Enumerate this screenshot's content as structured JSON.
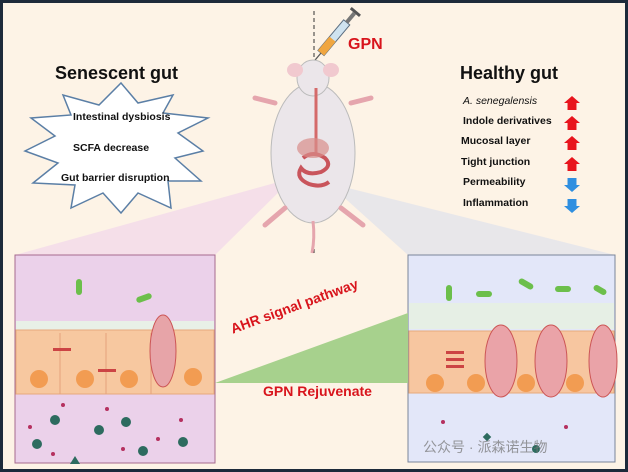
{
  "treatment_label": "GPN",
  "left": {
    "title": "Senescent gut",
    "features": [
      "Intestinal dysbiosis",
      "SCFA decrease",
      "Gut barrier disruption"
    ]
  },
  "right": {
    "title": "Healthy gut",
    "changes": [
      {
        "label": "A. senegalensis",
        "direction": "up"
      },
      {
        "label": "Indole derivatives",
        "direction": "up"
      },
      {
        "label": "Mucosal layer",
        "direction": "up"
      },
      {
        "label": "Tight junction",
        "direction": "up"
      },
      {
        "label": "Permeability",
        "direction": "down"
      },
      {
        "label": "Inflammation",
        "direction": "down"
      }
    ]
  },
  "center": {
    "pathway_label": "AHR signal pathway",
    "effect_label": "GPN Rejuvenate"
  },
  "watermark": "公众号 · 派森诺生物",
  "colors": {
    "accent_red": "#d8141c",
    "up_arrow": "#e8141c",
    "down_arrow": "#2f8fe0",
    "background": "#fdf3e6"
  }
}
